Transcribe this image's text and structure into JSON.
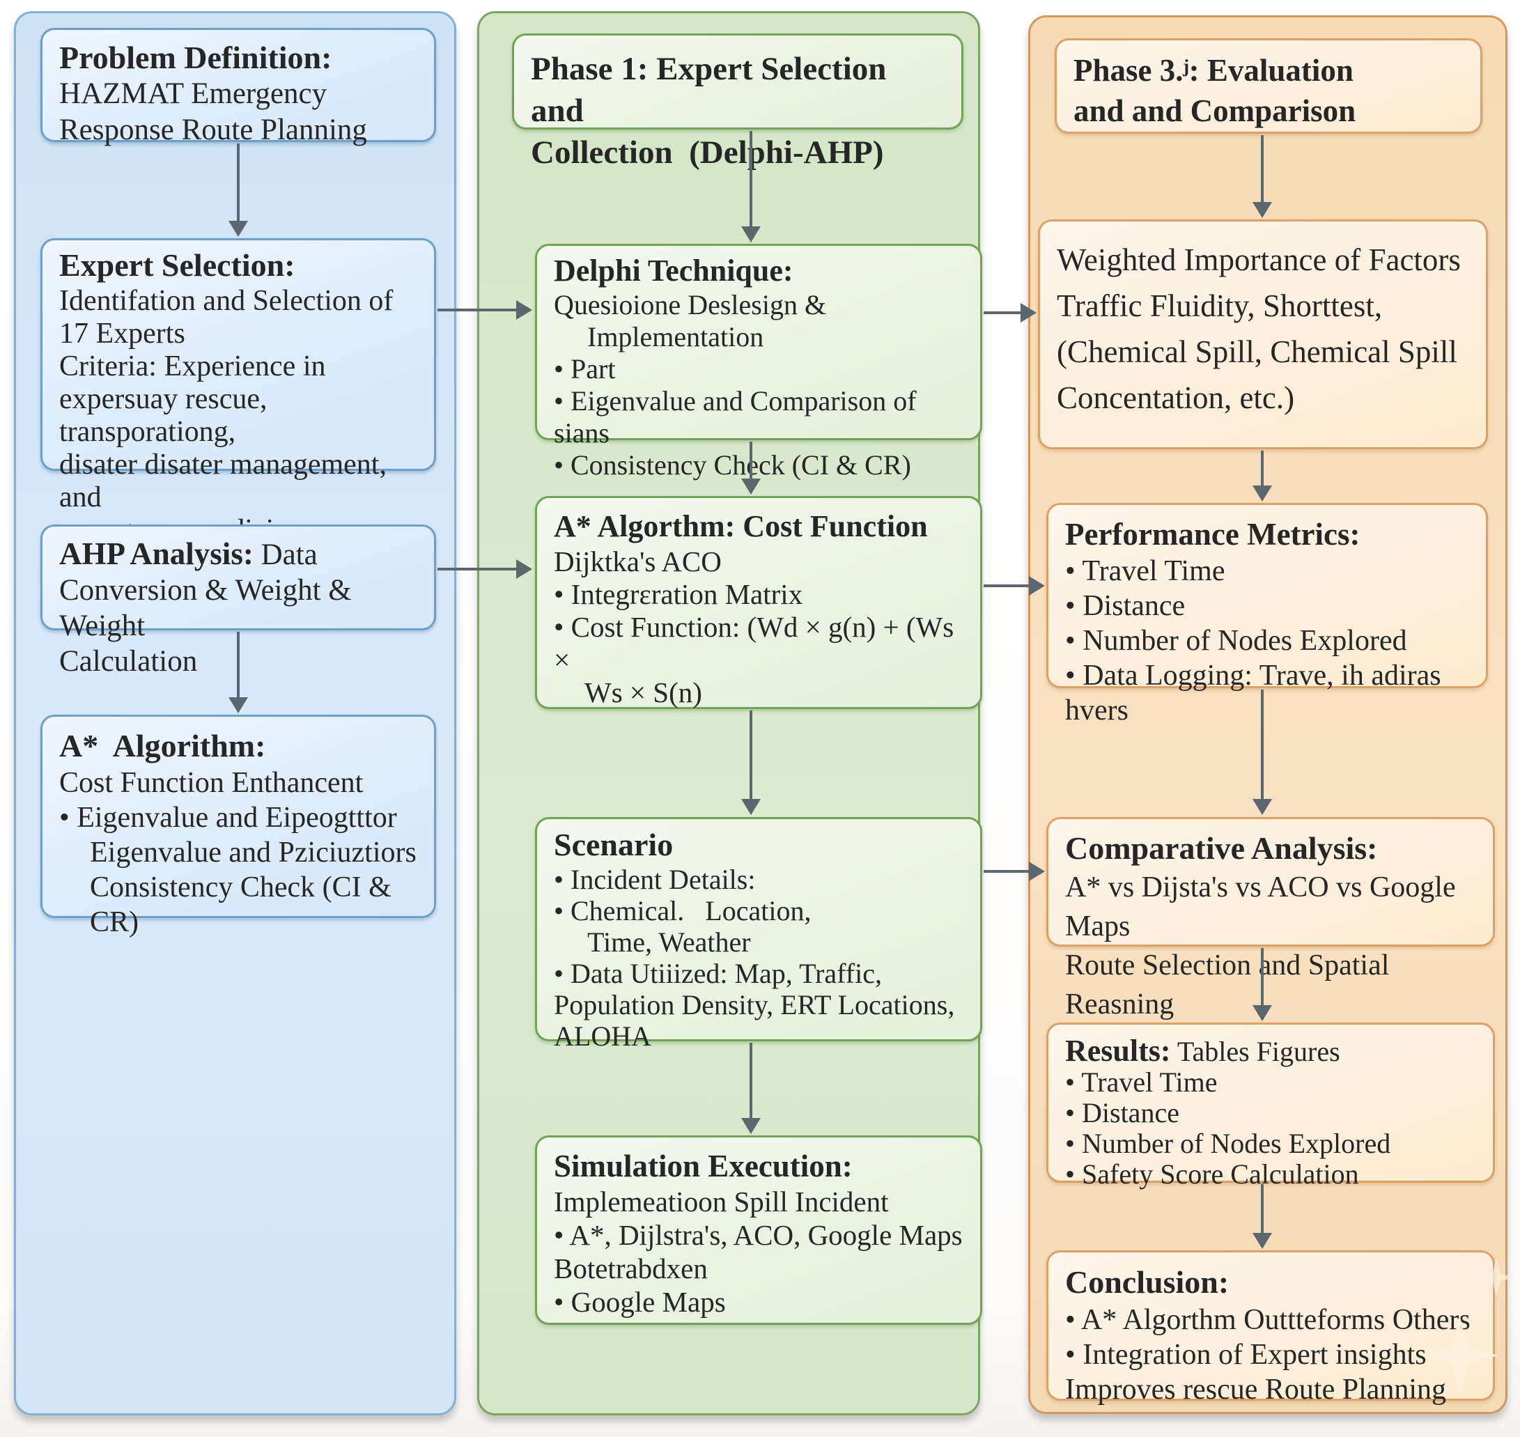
{
  "colors": {
    "blue_column_bg": "#d6e7f7",
    "blue_box_border": "#6d9fc9",
    "green_column_bg": "#d8e8cb",
    "green_box_border": "#6fa455",
    "orange_column_bg": "#f6dcb8",
    "orange_box_border": "#dda167",
    "arrow": "#5c666e",
    "text": "#262626"
  },
  "left": {
    "problem": {
      "title": "Problem Definition:",
      "lines": [
        "HAZMAT Emergency",
        "Response Route Planning"
      ]
    },
    "expert": {
      "title": "Expert Selection:",
      "lines": [
        "Identifation and Selection of",
        "17 Experts"
      ],
      "criteria": [
        "Criteria: Experience in",
        "expersuay rescue, transporationg,",
        "disater disater management, and",
        "emergency medicine"
      ]
    },
    "ahp": {
      "title": "AHP Analysis:",
      "title_rest": " Data",
      "lines": [
        "Conversion & Weight & Weight",
        "Calculation"
      ]
    },
    "astar": {
      "title": "A*  Algorithm:",
      "subtitle": "Cost Function Enthancent",
      "lines": [
        "•  Eigenvalue and Eipeogtttor",
        "Eigenvalue and Pziciuztiors",
        "Consistency Check (CI & CR)"
      ]
    }
  },
  "green": {
    "phase1": {
      "lines": [
        "Phase 1: Expert Selection and",
        "Collection  (Delphi-AHP)"
      ]
    },
    "delphi": {
      "title": "Delphi Technique:",
      "lines": [
        "Quesioione Deslesign &",
        "Implementation",
        "•  Part",
        "•  Eigenvalue and Comparison of sians",
        "•  Consistency Check (CI & CR)"
      ]
    },
    "astar": {
      "title": "A* Algorthm: Cost Function",
      "subtitle": "Dijktka's ACO",
      "lines": [
        "•  Integrɛration Matrix",
        "•  Cost Function: (Wd × g(n) + (Ws ×",
        "Ws × S(n)"
      ]
    },
    "scenario": {
      "title": "Scenario",
      "lines": [
        "•  Incident Details:",
        "•  Chemical.   Location,",
        "Time, Weather",
        "•  Data Utiiized: Map, Traffic,",
        "Population Density, ERT Locations,",
        "ALOHA"
      ]
    },
    "simulation": {
      "title": "Simulation Execution:",
      "lines": [
        "Implemeatioon Spill Incident",
        "•  A*, Dijlstra's, ACO, Google Maps",
        "Botetrabdxen",
        "•  Google Maps"
      ]
    }
  },
  "orange": {
    "phase3": {
      "lines": [
        "Phase 3.ʲ: Evaluation",
        "and and Comparison"
      ]
    },
    "weighted": {
      "lines": [
        "Weighted Importance of Factors",
        "Traffic Fluidity, Shorttest,",
        "(Chemical Spill, Chemical Spill",
        "Concentation, etc.)"
      ]
    },
    "performance": {
      "title": "Performance Metrics:",
      "lines": [
        "•  Travel Time",
        "•  Distance",
        "•  Number of Nodes Explored",
        "•  Data Logging: Trave, ih adiras hvers"
      ]
    },
    "comparative": {
      "title": "Comparative Analysis:",
      "lines": [
        "A* vs Dijsta's vs ACO vs Google Maps",
        "Route Selection and Spatial Reasning"
      ]
    },
    "results": {
      "title": "Results:",
      "title_rest": " Tables Figures",
      "lines": [
        "•  Travel Time",
        "•  Distance",
        "•  Number of Nodes Explored",
        "•  Safety Score Calculation"
      ]
    },
    "conclusion": {
      "title": "Conclusion:",
      "lines": [
        "•  A* Algorthm Outtteforms Others",
        "•  Integration of Expert insights",
        "Improves rescue Route Planning"
      ]
    }
  }
}
